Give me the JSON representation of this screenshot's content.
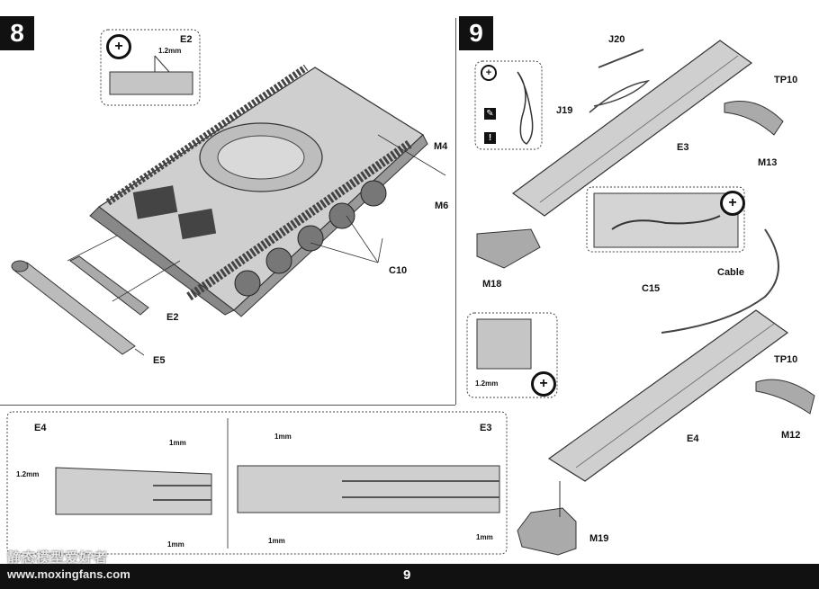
{
  "steps": {
    "step8": {
      "number": "8",
      "detail_label": "E2",
      "detail_size": "1.2mm",
      "labels": {
        "m4": "M4",
        "m6": "M6",
        "c10": "C10",
        "e2": "E2",
        "e5": "E5"
      }
    },
    "step9": {
      "number": "9",
      "labels": {
        "j20": "J20",
        "j19": "J19",
        "e3": "E3",
        "tp10_top": "TP10",
        "m13": "M13",
        "m18": "M18",
        "c15": "C15",
        "cable": "Cable",
        "tp10_bottom": "TP10",
        "e4": "E4",
        "m12": "M12",
        "m19": "M19"
      },
      "detail_size": "1.2mm"
    },
    "bottom_detail": {
      "e4": {
        "title": "E4",
        "size_left": "1.2mm",
        "size_top": "1mm",
        "size_bottom": "1mm"
      },
      "e3": {
        "title": "E3",
        "size_top": "1mm",
        "size_bottom_left": "1mm",
        "size_bottom_right": "1mm"
      }
    }
  },
  "footer": {
    "page_number": "9",
    "watermark_cn": "静态模型爱好者",
    "watermark_url": "www.moxingfans.com"
  },
  "icons": [
    "zoom-plus-icon",
    "pencil-icon",
    "warning-icon",
    "drill-icon",
    "heart-part-icon"
  ],
  "colors": {
    "background": "#ffffff",
    "step_badge": "#111111",
    "part_fill": "#c9c9c9"
  }
}
